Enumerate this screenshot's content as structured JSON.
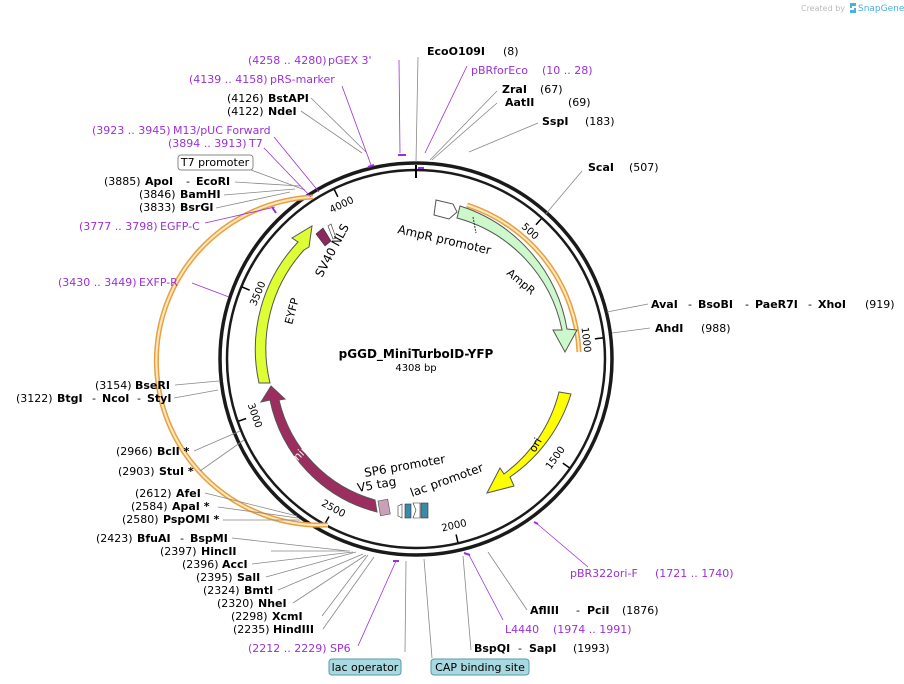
{
  "brand": {
    "prefix": "Created by",
    "name": "SnapGene",
    "color": "#4ab0e0"
  },
  "plasmid": {
    "name": "pGGD_MiniTurboID-YFP",
    "size_label": "4308 bp",
    "length": 4308
  },
  "ticks": [
    "500",
    "1000",
    "1500",
    "2000",
    "2500",
    "3000",
    "3500",
    "4000"
  ],
  "features": [
    {
      "name": "AmpR promoter",
      "color": "#ffffff"
    },
    {
      "name": "AmpR",
      "color": "#ccf8cc"
    },
    {
      "name": "ori",
      "color": "#ffff00"
    },
    {
      "name": "lac promoter",
      "color": "#ffffff"
    },
    {
      "name": "SP6 promoter",
      "color": "#ffffff"
    },
    {
      "name": "V5 tag",
      "color": "#c8a0b8"
    },
    {
      "name": "miniTurbo",
      "color": "#9b2e5e"
    },
    {
      "name": "EYFP",
      "color": "#ddff33"
    },
    {
      "name": "SV40 NLS",
      "color": "#8b2860"
    }
  ],
  "sites": [
    {
      "name": "EcoO109I",
      "pos": "(8)"
    },
    {
      "name": "ZraI",
      "pos": "(67)"
    },
    {
      "name": "AatII",
      "pos": "(69)"
    },
    {
      "name": "SspI",
      "pos": "(183)"
    },
    {
      "name": "ScaI",
      "pos": "(507)"
    },
    {
      "names": [
        "AvaI",
        "BsoBI",
        "PaeR7I",
        "XhoI"
      ],
      "pos": "(919)"
    },
    {
      "name": "AhdI",
      "pos": "(988)"
    },
    {
      "names": [
        "AflIII",
        "PciI"
      ],
      "pos": "(1876)"
    },
    {
      "names": [
        "BspQI",
        "SapI"
      ],
      "pos": "(1993)"
    },
    {
      "name": "HindIII",
      "pos": "(2235)"
    },
    {
      "name": "XcmI",
      "pos": "(2298)"
    },
    {
      "name": "NheI",
      "pos": "(2320)"
    },
    {
      "name": "BmtI",
      "pos": "(2324)"
    },
    {
      "name": "SalI",
      "pos": "(2395)"
    },
    {
      "name": "AccI",
      "pos": "(2396)"
    },
    {
      "name": "HincII",
      "pos": "(2397)"
    },
    {
      "names": [
        "BfuAI",
        "BspMI"
      ],
      "pos": "(2423)"
    },
    {
      "name": "PspOMI *",
      "pos": "(2580)"
    },
    {
      "name": "ApaI *",
      "pos": "(2584)"
    },
    {
      "name": "AfeI",
      "pos": "(2612)"
    },
    {
      "name": "StuI *",
      "pos": "(2903)"
    },
    {
      "name": "BclI *",
      "pos": "(2966)"
    },
    {
      "names": [
        "BtgI",
        "NcoI",
        "StyI"
      ],
      "pos": "(3122)"
    },
    {
      "name": "BseRI",
      "pos": "(3154)"
    },
    {
      "name": "BsrGI",
      "pos": "(3833)"
    },
    {
      "name": "BamHI",
      "pos": "(3846)"
    },
    {
      "names": [
        "ApoI",
        "EcoRI"
      ],
      "pos": "(3885)"
    },
    {
      "name": "NdeI",
      "pos": "(4122)"
    },
    {
      "name": "BstAPI",
      "pos": "(4126)"
    }
  ],
  "primers": [
    {
      "range": "(4258 .. 4280)",
      "name": "pGEX 3'"
    },
    {
      "range": "(4139 .. 4158)",
      "name": "pRS-marker"
    },
    {
      "name": "pBRforEco",
      "range": "(10 .. 28)"
    },
    {
      "range": "(3923 .. 3945)",
      "name": "M13/pUC Forward"
    },
    {
      "range": "(3894 .. 3913)",
      "name": "T7"
    },
    {
      "range": "(3777 .. 3798)",
      "name": "EGFP-C"
    },
    {
      "range": "(3430 .. 3449)",
      "name": "EXFP-R"
    },
    {
      "name": "pBR322ori-F",
      "range": "(1721 .. 1740)"
    },
    {
      "name": "L4440",
      "range": "(1974 .. 1991)"
    },
    {
      "range": "(2212 .. 2229)",
      "name": "SP6"
    }
  ],
  "boxed": [
    {
      "name": "T7 promoter",
      "color": "#ffffff"
    },
    {
      "name": "lac operator",
      "color": "#a8d8e0"
    },
    {
      "name": "CAP binding site",
      "color": "#a8d8e0"
    }
  ]
}
